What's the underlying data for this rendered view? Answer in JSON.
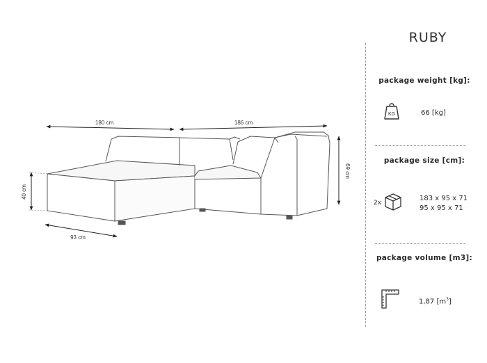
{
  "product": {
    "name": "RUBY"
  },
  "dimensions": {
    "width_left": "180 cm",
    "width_right": "186 cm",
    "depth": "93 cm",
    "seat_height": "40 cm",
    "total_height": "69 cm"
  },
  "specs": {
    "weight": {
      "label": "package weight [kg]:",
      "icon": "kg-weight-icon",
      "value": "66 [kg]"
    },
    "size": {
      "label": "package size [cm]:",
      "icon": "box-icon",
      "multiplier": "2x",
      "values": [
        "183 x 95 x 71",
        "95 x 95 x 71"
      ]
    },
    "volume": {
      "label": "package volume [m3]:",
      "icon": "ruler-corner-icon",
      "value": "1,87",
      "unit": "[m",
      "unit_sup": "3",
      "unit_end": "]"
    }
  }
}
